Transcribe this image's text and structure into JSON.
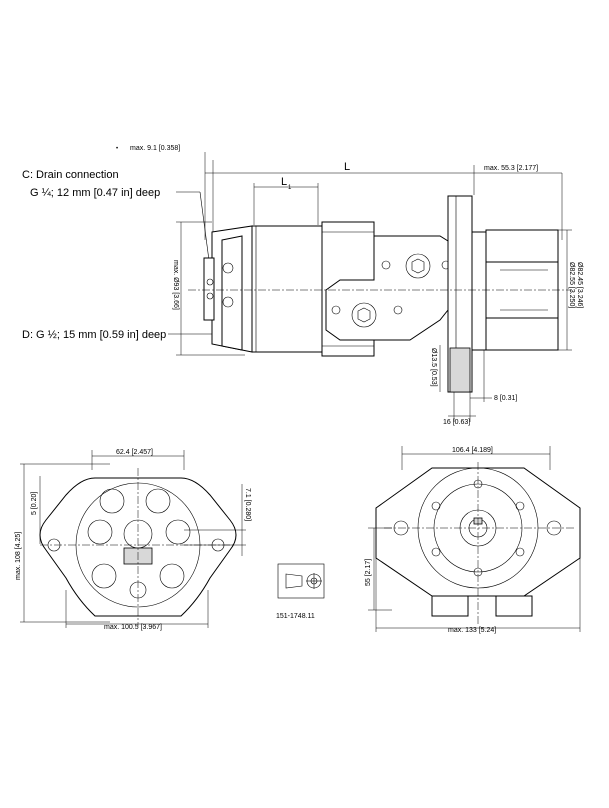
{
  "labels": {
    "drain_note_line1": "C:  Drain connection",
    "drain_note_line2": "G ¼; 12 mm [0.47 in] deep",
    "port_note": "D:  G ½; 15 mm [0.59 in] deep",
    "max_9_1": "max. 9.1 [0.358]",
    "dim_L": "L",
    "dim_L1": "L",
    "dim_L1_sub": "1",
    "max_55_3": "max. 55.3 [2.177]",
    "max_93": "max. Ø93 [3.66]",
    "d82_55": "Ø82.55 [3.250]",
    "d82_45": "Ø82.45 [3.246]",
    "d13_5": "Ø13.5 [0.53]",
    "dim_8": "8 [0.31]",
    "dim_16": "16 [0.63]",
    "dim_62_4": "62.4 [2.457]",
    "dim_5": "5 [0.20]",
    "max_108": "max. 108 [4.25]",
    "dim_7_1": "7.1 [0.280]",
    "max_100_5": "max. 100.5 [3.967]",
    "dim_106_4": "106.4 [4.189]",
    "dim_55": "55 [2.17]",
    "max_133": "max. 133 [5.24]",
    "drawing_number": "151-1748.11",
    "dot_mark": "•"
  }
}
